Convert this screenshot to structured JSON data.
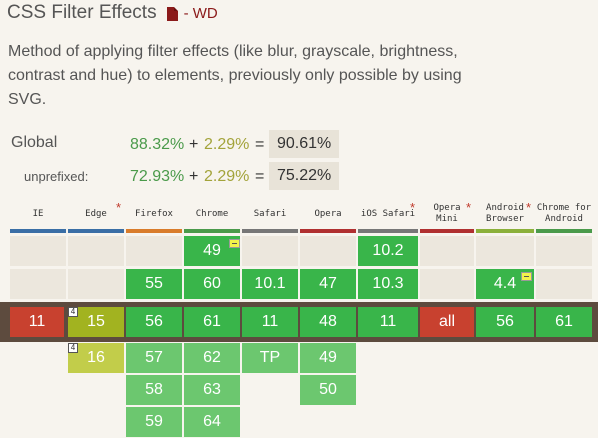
{
  "feature": {
    "title": "CSS Filter Effects",
    "status": "- WD",
    "description": "Method of applying filter effects (like blur, grayscale, brightness, contrast and hue) to elements, previously only possible by using SVG."
  },
  "usage": {
    "global": {
      "label": "Global",
      "supported": "88.32%",
      "plus": "+",
      "partial": "2.29%",
      "equals": "=",
      "total": "90.61%"
    },
    "unprefixed": {
      "label": "unprefixed:",
      "supported": "72.93%",
      "plus": "+",
      "partial": "2.29%",
      "equals": "=",
      "total": "75.22%"
    }
  },
  "browsers": [
    {
      "name": "IE",
      "color": "#3a6ea5",
      "star": false
    },
    {
      "name": "Edge",
      "color": "#3a6ea5",
      "star": true
    },
    {
      "name": "Firefox",
      "color": "#d97c2b",
      "star": false
    },
    {
      "name": "Chrome",
      "color": "#4a9a4a",
      "star": false
    },
    {
      "name": "Safari",
      "color": "#777777",
      "star": false
    },
    {
      "name": "Opera",
      "color": "#b03030",
      "star": false
    },
    {
      "name": "iOS Safari",
      "color": "#777777",
      "star": true
    },
    {
      "name": "Opera Mini",
      "color": "#b03030",
      "star": true
    },
    {
      "name": "Android Browser",
      "color": "#8bb03a",
      "star": true
    },
    {
      "name": "Chrome for Android",
      "color": "#4a9a4a",
      "star": false
    }
  ],
  "cells": {
    "chrome_49": "49",
    "ios_102": "10.2",
    "ff_55": "55",
    "chrome_60": "60",
    "safari_101": "10.1",
    "opera_47": "47",
    "ios_103": "10.3",
    "android_44": "4.4",
    "cur_ie": "11",
    "cur_edge": "15",
    "cur_ff": "56",
    "cur_chrome": "61",
    "cur_safari": "11",
    "cur_opera": "48",
    "cur_ios": "11",
    "cur_operamini": "all",
    "cur_android": "56",
    "cur_chromeandroid": "61",
    "edge_16": "16",
    "ff_57": "57",
    "chrome_62": "62",
    "safari_tp": "TP",
    "opera_49": "49",
    "ff_58": "58",
    "chrome_63": "63",
    "opera_50": "50",
    "ff_59": "59",
    "chrome_64": "64"
  },
  "notes": {
    "edge_note": "4"
  }
}
